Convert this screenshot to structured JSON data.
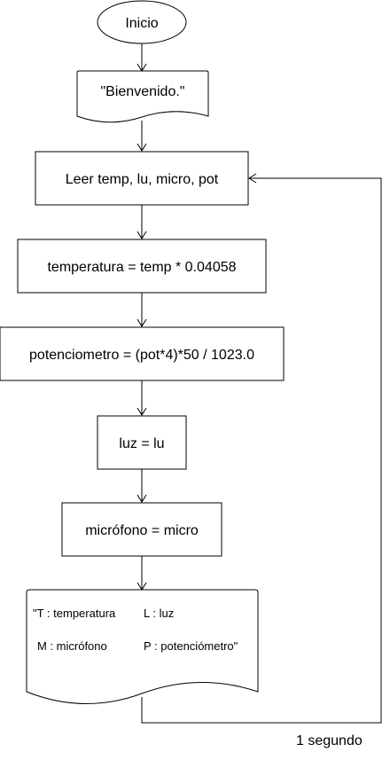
{
  "diagram": {
    "nodes": {
      "start": {
        "label": "Inicio"
      },
      "welcome": {
        "label": "\"Bienvenido.\""
      },
      "read": {
        "label": "Leer temp, lu, micro, pot"
      },
      "temperatura": {
        "label": "temperatura = temp * 0.04058"
      },
      "potenciometro": {
        "label": "potenciometro = (pot*4)*50 / 1023.0"
      },
      "luz": {
        "label": "luz = lu"
      },
      "microfono": {
        "label": "micrófono = micro"
      },
      "output": {
        "line1_left": "\"T : temperatura",
        "line1_right": "L : luz",
        "line2_left": "M : micrófono",
        "line2_right": "P : potenciómetro\""
      }
    },
    "loop_label": "1 segundo"
  }
}
